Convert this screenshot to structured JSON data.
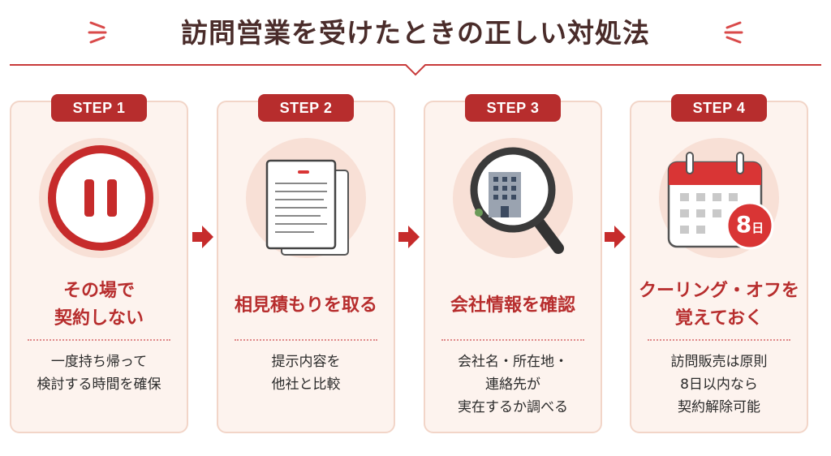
{
  "title": "訪問営業を受けたときの正しい対処法",
  "colors": {
    "accent": "#b72d2d",
    "card_bg": "#fdf3ee",
    "card_border": "#f2d5c8",
    "icon_bg": "#f8e0d6"
  },
  "steps": [
    {
      "badge": "STEP 1",
      "icon": "pause-icon",
      "heading": [
        "その場で",
        "契約しない"
      ],
      "desc": [
        "一度持ち帰って",
        "検討する時間を確保"
      ]
    },
    {
      "badge": "STEP 2",
      "icon": "document-icon",
      "heading": [
        "相見積もりを取る"
      ],
      "desc": [
        "提示内容を",
        "他社と比較"
      ]
    },
    {
      "badge": "STEP 3",
      "icon": "magnifier-building-icon",
      "heading": [
        "会社情報を確認"
      ],
      "desc": [
        "会社名・所在地・",
        "連絡先が",
        "実在するか調べる"
      ]
    },
    {
      "badge": "STEP 4",
      "icon": "calendar-icon",
      "calendar_badge": {
        "number": "8",
        "unit": "日"
      },
      "heading": [
        "クーリング・オフを",
        "覚えておく"
      ],
      "desc": [
        "訪問販売は原則",
        "8日以内なら",
        "契約解除可能"
      ]
    }
  ]
}
